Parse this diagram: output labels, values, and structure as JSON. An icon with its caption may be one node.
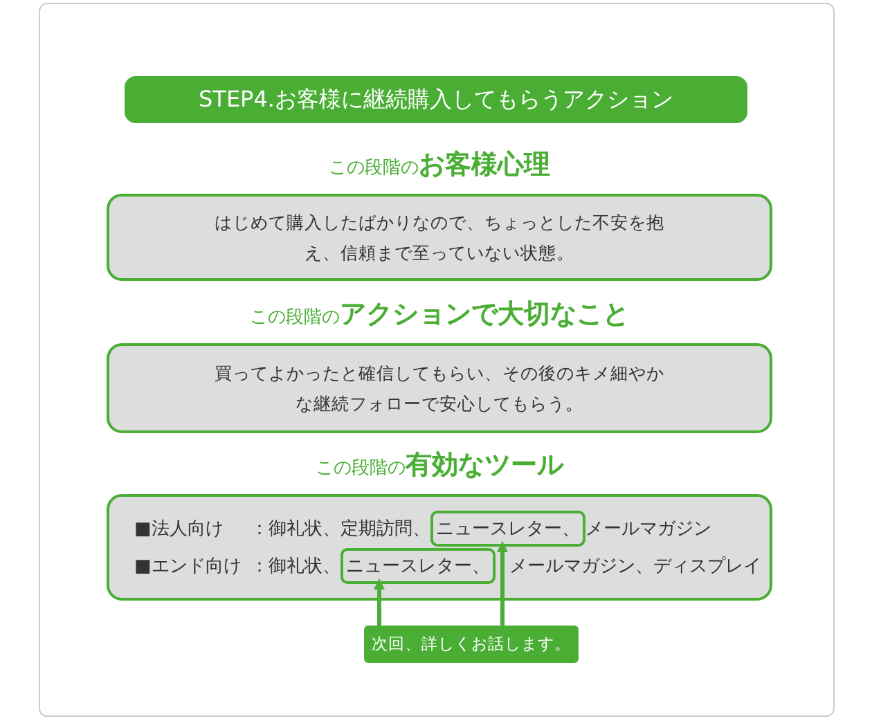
{
  "diagram": {
    "nodes": [
      {
        "text": [
          "STEP4.お客様に継続購入してもらうアクション"
        ]
      },
      {
        "text": [
          "この段階の**お客様心理**",
          "はじめて購入したばかりなので、ちょっとした不安を抱え、信頼まで至っていない状態。"
        ]
      },
      {
        "text": [
          "この段階の**アクションで大切なこと**",
          "買ってよかったと確信してもらい、その後のキメ細やかな継続フォローで安心してもらう。"
        ]
      },
      {
        "text": [
          "この段階の**有効なツール**",
          "■法人向け",
          "：御礼状、定期訪問、",
          "メールマガジン",
          "■エンド向け",
          "：御礼状、",
          "メールマガジン、ディスプレイ"
        ]
      },
      {
        "text": [
          "ニュースレター、"
        ],
        "in": 3
      },
      {
        "text": [
          "ニュースレター、"
        ],
        "in": 3
      },
      {
        "text": [
          "次回、詳しくお話します。"
        ]
      }
    ],
    "edges": [
      {
        "from": 6,
        "to": 5,
        "arrow": "to"
      },
      {
        "from": 6,
        "to": 4,
        "arrow": "to"
      }
    ]
  }
}
